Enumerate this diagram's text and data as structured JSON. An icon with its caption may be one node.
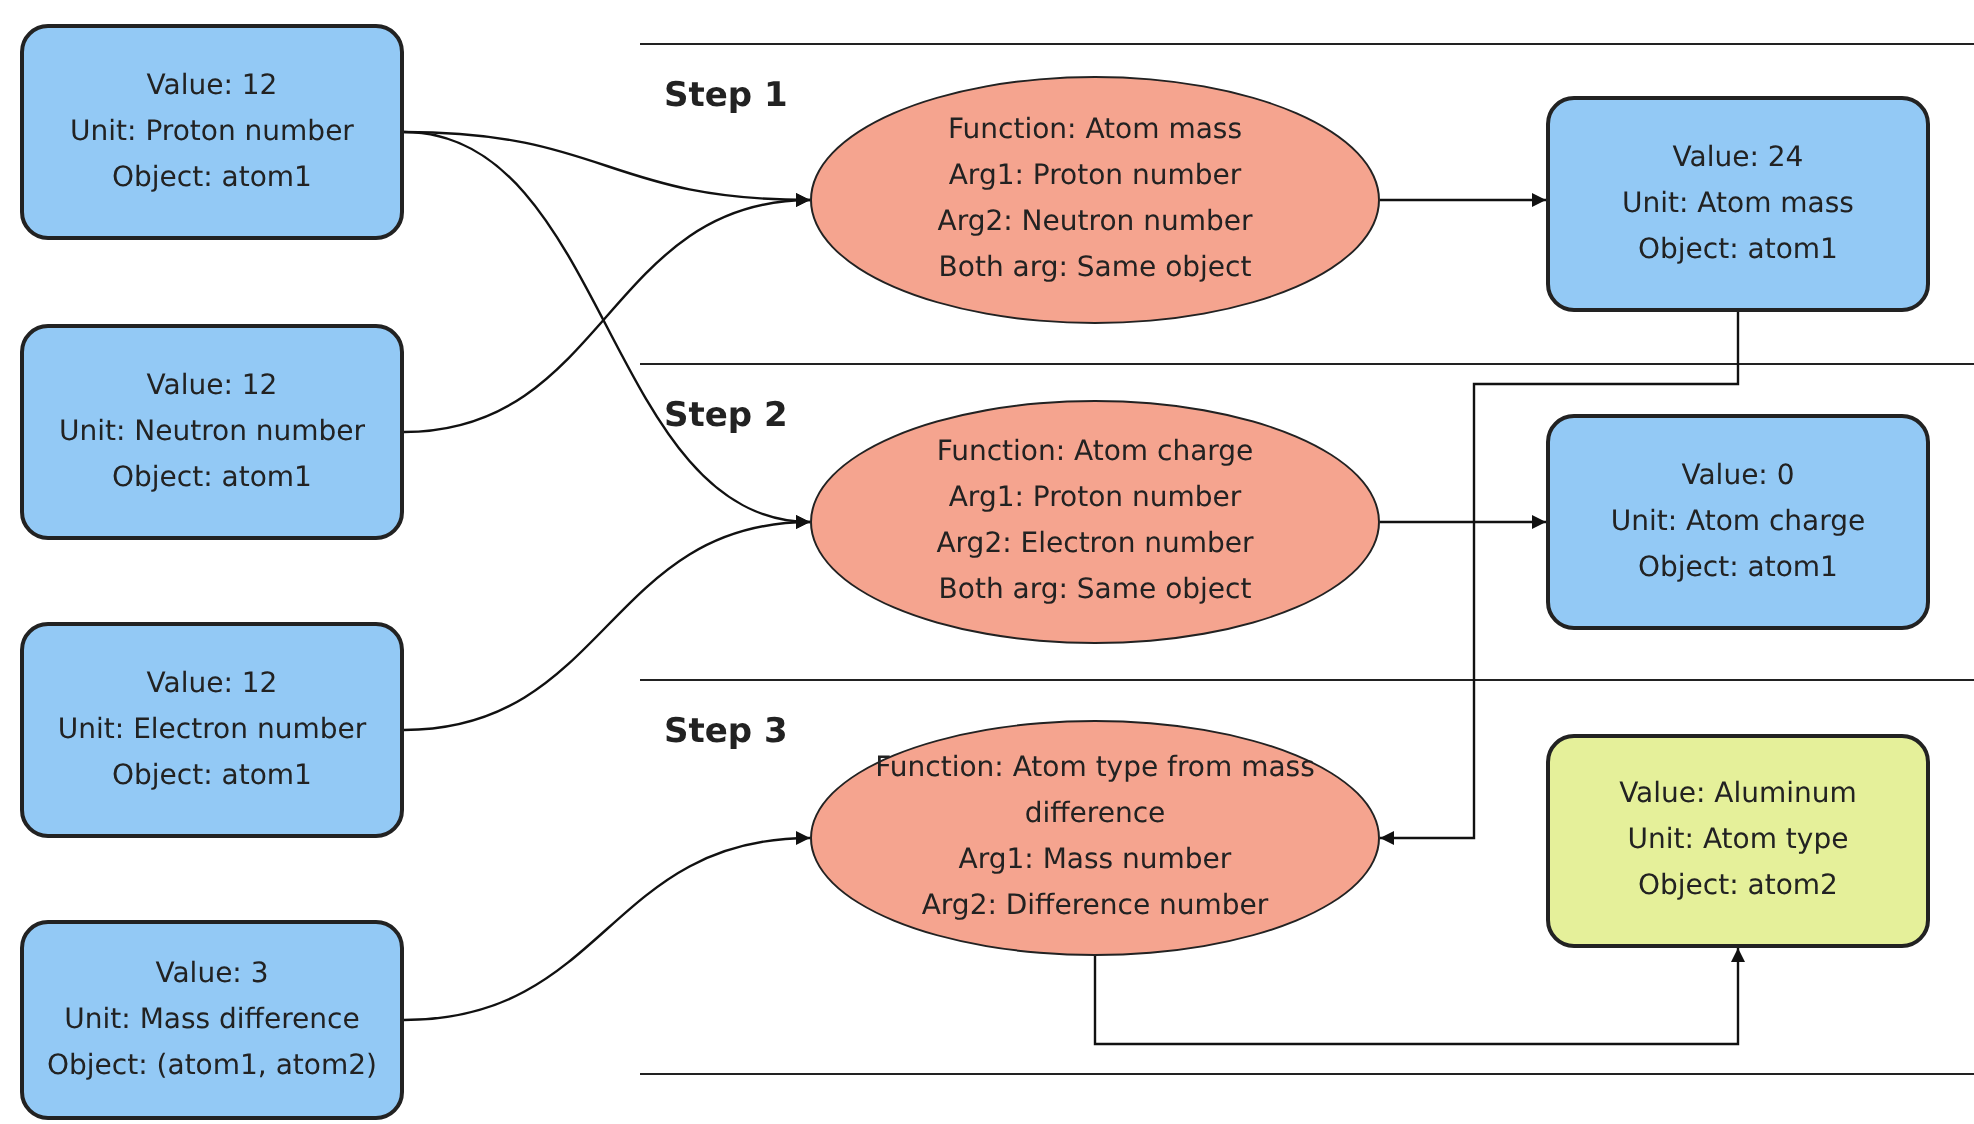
{
  "diagram": {
    "nodes": [
      {
        "text": [
          "Value: 12",
          "Unit: Proton number",
          "Object: atom1"
        ]
      },
      {
        "text": [
          "Value: 12",
          "Unit: Neutron number",
          "Object: atom1"
        ]
      },
      {
        "text": [
          "Value: 12",
          "Unit: Electron number",
          "Object: atom1"
        ]
      },
      {
        "text": [
          "Value: 3",
          "Unit: Mass difference",
          "Object: (atom1, atom2)"
        ]
      },
      {
        "text": [
          "Function: Atom mass",
          "Arg1: Proton number",
          "Arg2: Neutron number",
          "Both arg: Same object"
        ]
      },
      {
        "text": [
          "Value: 24",
          "Unit: Atom mass",
          "Object: atom1"
        ]
      },
      {
        "text": [
          "Function: Atom charge",
          "Arg1: Proton number",
          "Arg2: Electron number",
          "Both arg: Same object"
        ]
      },
      {
        "text": [
          "Value: 0",
          "Unit: Atom charge",
          "Object: atom1"
        ]
      },
      {
        "text": [
          "Function: Atom type from mass difference",
          "Arg1: Mass number",
          "Arg2: Difference number"
        ]
      },
      {
        "text": [
          "Value: Aluminum",
          "Unit: Atom type",
          "Object: atom2"
        ]
      }
    ],
    "edges": [
      {
        "from": 0,
        "to": 4,
        "arrow": "to"
      },
      {
        "from": 1,
        "to": 4,
        "arrow": "to"
      },
      {
        "from": 0,
        "to": 6,
        "arrow": "to"
      },
      {
        "from": 2,
        "to": 6,
        "arrow": "to"
      },
      {
        "from": 3,
        "to": 8,
        "arrow": "to"
      },
      {
        "from": 4,
        "to": 5,
        "arrow": "to"
      },
      {
        "from": 6,
        "to": 7,
        "arrow": "to"
      },
      {
        "from": 5,
        "to": 8,
        "arrow": "to"
      },
      {
        "from": 8,
        "to": 9,
        "arrow": "to"
      }
    ],
    "labels": [
      "Step 1",
      "Step 2",
      "Step 3"
    ]
  }
}
